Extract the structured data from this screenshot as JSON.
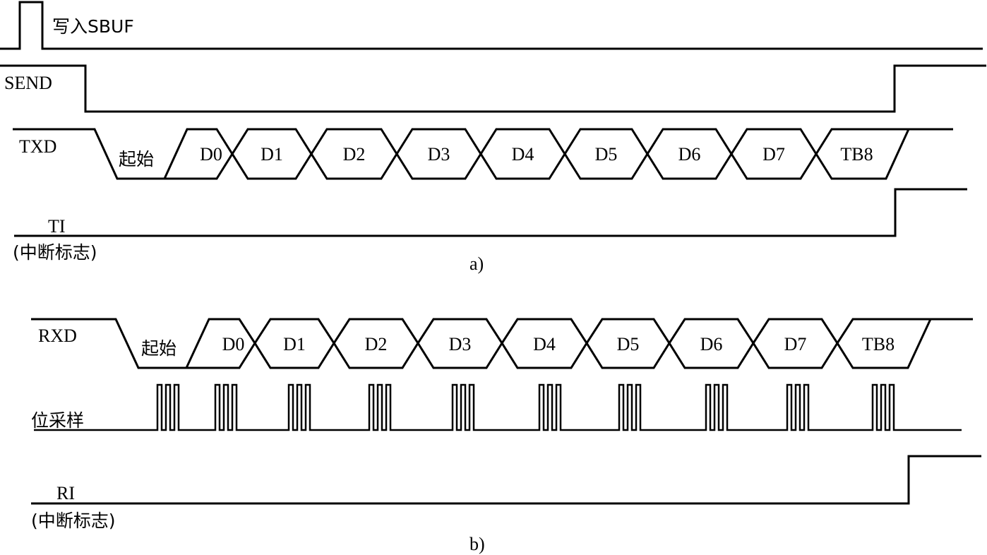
{
  "diagram_a": {
    "write_sbuf_label": "写入SBUF",
    "send_label": "SEND",
    "txd_label": "TXD",
    "start_label": "起始",
    "bits": [
      "D0",
      "D1",
      "D2",
      "D3",
      "D4",
      "D5",
      "D6",
      "D7",
      "TB8"
    ],
    "ti_label": "TI",
    "ti_note": "(中断标志)",
    "caption": "a)"
  },
  "diagram_b": {
    "rxd_label": "RXD",
    "start_label": "起始",
    "bits": [
      "D0",
      "D1",
      "D2",
      "D3",
      "D4",
      "D5",
      "D6",
      "D7",
      "TB8"
    ],
    "sampling_label": "位采样",
    "ri_label": "RI",
    "ri_note": "(中断标志)",
    "caption": "b)"
  }
}
